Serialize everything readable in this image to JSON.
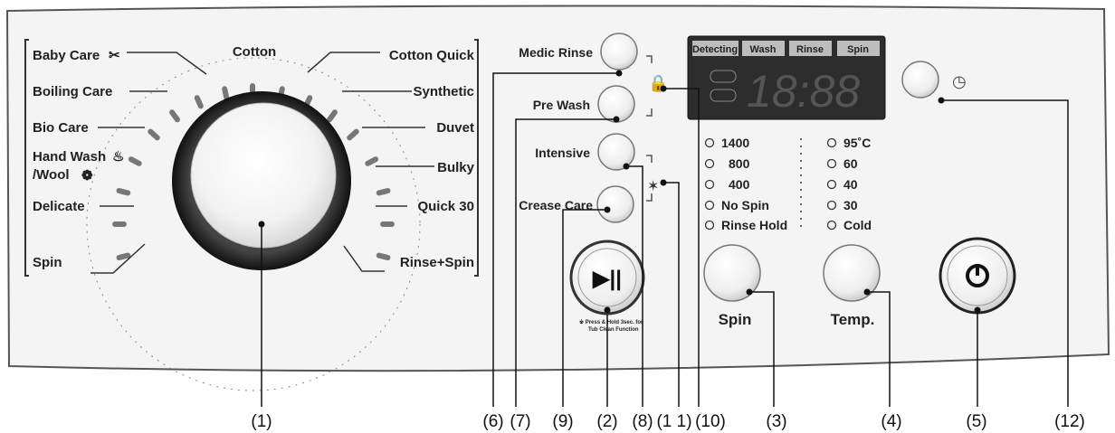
{
  "dial": {
    "programs_left": [
      "Baby Care",
      "Boiling Care",
      "Bio Care",
      "Hand Wash",
      "/Wool",
      "Delicate",
      "Spin"
    ],
    "program_top": "Cotton",
    "programs_right": [
      "Cotton Quick",
      "Synthetic",
      "Duvet",
      "Bulky",
      "Quick 30",
      "Rinse+Spin"
    ]
  },
  "option_buttons": [
    "Medic Rinse",
    "Pre Wash",
    "Intensive",
    "Crease Care"
  ],
  "start_pause": {
    "symbol": "▶||",
    "note_line1": "※ Press & Hold 3sec. for",
    "note_line2": "Tub Clean Function"
  },
  "display": {
    "tabs": [
      "Detecting",
      "Wash",
      "Rinse",
      "Spin"
    ],
    "digits": "18:88"
  },
  "spin_options": [
    "1400",
    "800",
    "400",
    "No Spin",
    "Rinse Hold"
  ],
  "temp_options": [
    "95˚C",
    "60",
    "40",
    "30",
    "Cold"
  ],
  "spin_button_label": "Spin",
  "temp_button_label": "Temp.",
  "callouts": [
    "(1)",
    "(6)",
    "(7)",
    "(9)",
    "(2)",
    "(8)",
    "(1 1)",
    "(10)",
    "(3)",
    "(4)",
    "(5)",
    "(12)"
  ],
  "colors": {
    "panel": "#f4f4f4",
    "lcd": "#2d2d2d",
    "text": "#222222"
  }
}
